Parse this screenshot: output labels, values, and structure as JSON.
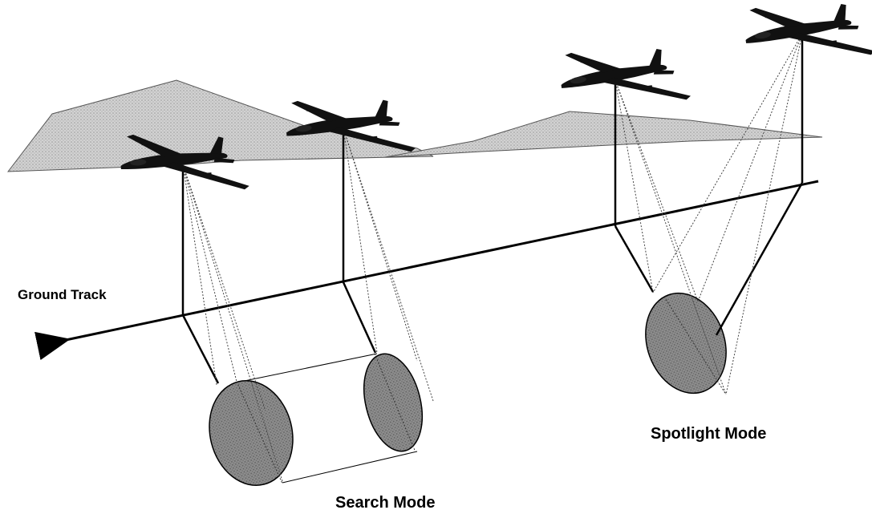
{
  "labels": {
    "ground_track": "Ground Track",
    "search_mode": "Search Mode",
    "spotlight_mode": "Spotlight Mode"
  },
  "icons": {
    "aircraft": "aircraft-icon"
  },
  "colors": {
    "terrain": "#c9c9c9",
    "footprint": "#8a8a8a",
    "line": "#000000",
    "background": "#ffffff"
  }
}
